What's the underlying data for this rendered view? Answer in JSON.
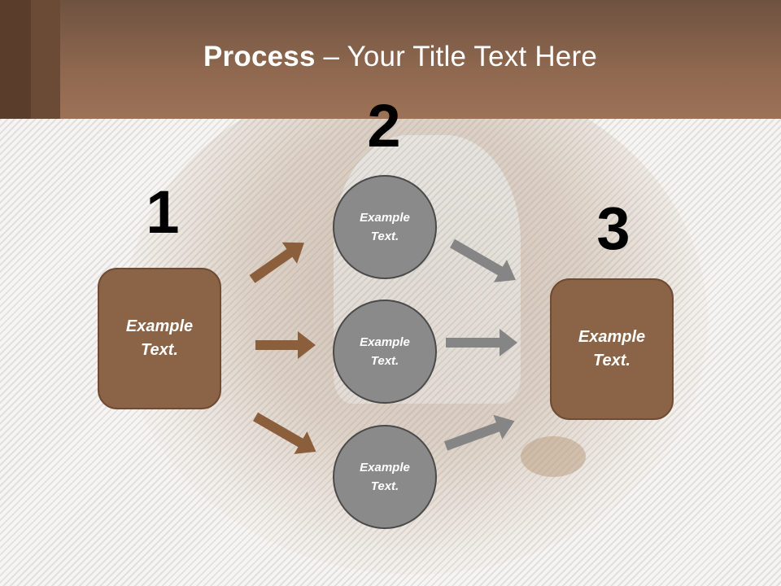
{
  "title": {
    "bold": "Process",
    "rest": " – Your Title Text Here"
  },
  "steps": [
    {
      "number": "1",
      "text_line1": "Example",
      "text_line2": "Text."
    },
    {
      "number": "2"
    },
    {
      "number": "3",
      "text_line1": "Example",
      "text_line2": "Text."
    }
  ],
  "circles": [
    {
      "text_line1": "Example",
      "text_line2": "Text."
    },
    {
      "text_line1": "Example",
      "text_line2": "Text."
    },
    {
      "text_line1": "Example",
      "text_line2": "Text."
    }
  ],
  "colors": {
    "brown_box": "#8b6346",
    "gray_circle": "#8a8a8a",
    "brown_arrow": "#8b5e3c",
    "gray_arrow": "#858585"
  }
}
